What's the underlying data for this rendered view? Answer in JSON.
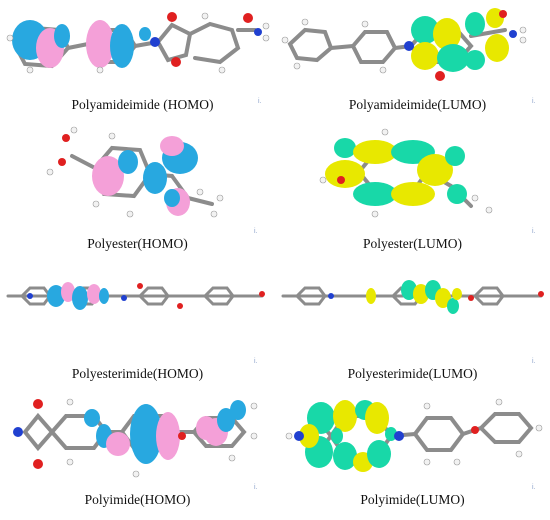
{
  "figure": {
    "panels": [
      {
        "id": "paihomo",
        "caption": "Polyamideimide (HOMO)",
        "orbital": "HOMO",
        "colors": [
          "#f4a0d8",
          "#28a8e0"
        ],
        "mark": "i."
      },
      {
        "id": "pailumo",
        "caption": "Polyamideimide(LUMO)",
        "orbital": "LUMO",
        "colors": [
          "#e8e800",
          "#18d8a8"
        ],
        "mark": "i."
      },
      {
        "id": "pehomo",
        "caption": "Polyester(HOMO)",
        "orbital": "HOMO",
        "colors": [
          "#f4a0d8",
          "#28a8e0"
        ],
        "mark": "i."
      },
      {
        "id": "pelumo",
        "caption": "Polyester(LUMO)",
        "orbital": "LUMO",
        "colors": [
          "#e8e800",
          "#18d8a8"
        ],
        "mark": "i."
      },
      {
        "id": "peihomo",
        "caption": "Polyesterimide(HOMO)",
        "orbital": "HOMO",
        "colors": [
          "#f4a0d8",
          "#28a8e0"
        ],
        "mark": "i."
      },
      {
        "id": "peilumo",
        "caption": "Polyesterimide(LUMO)",
        "orbital": "LUMO",
        "colors": [
          "#e8e800",
          "#18d8a8"
        ],
        "mark": "i."
      },
      {
        "id": "pihomo",
        "caption": "Polyimide(HOMO)",
        "orbital": "HOMO",
        "colors": [
          "#f4a0d8",
          "#28a8e0"
        ],
        "mark": "i."
      },
      {
        "id": "pilumo",
        "caption": "Polyimide(LUMO)",
        "orbital": "LUMO",
        "colors": [
          "#e8e800",
          "#18d8a8"
        ],
        "mark": "i."
      }
    ],
    "atom_colors": {
      "carbon": "#8c8c8c",
      "hydrogen": "#f2f2f2",
      "oxygen": "#e02020",
      "nitrogen": "#2040d0"
    }
  }
}
